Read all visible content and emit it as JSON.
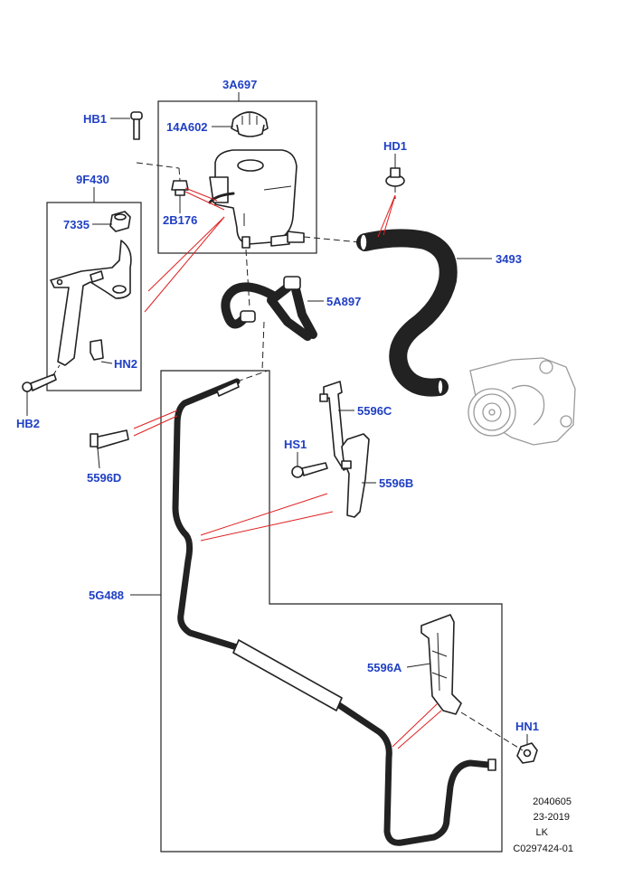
{
  "labels": {
    "reservoir_group": "3A697",
    "cap": "14A602",
    "bolt_hb1": "HB1",
    "grommet": "2B176",
    "bracket_group": "9F430",
    "bracket_nut": "7335",
    "clip_hn2": "HN2",
    "bolt_hb2": "HB2",
    "clamp_hd1": "HD1",
    "hose_3493": "3493",
    "hose_5a897": "5A897",
    "bracket_5596c": "5596C",
    "bolt_hs1": "HS1",
    "bracket_5596b": "5596B",
    "clip_5596d": "5596D",
    "pipe_group": "5G488",
    "bracket_5596a": "5596A",
    "nut_hn1": "HN1"
  },
  "reference": {
    "line1": "2040605",
    "line2": "23-2019",
    "line3": "LK",
    "line4": "C0297424-01"
  },
  "colors": {
    "label": "#1f3fc4",
    "callout": "#e02020",
    "outline": "#222222"
  }
}
